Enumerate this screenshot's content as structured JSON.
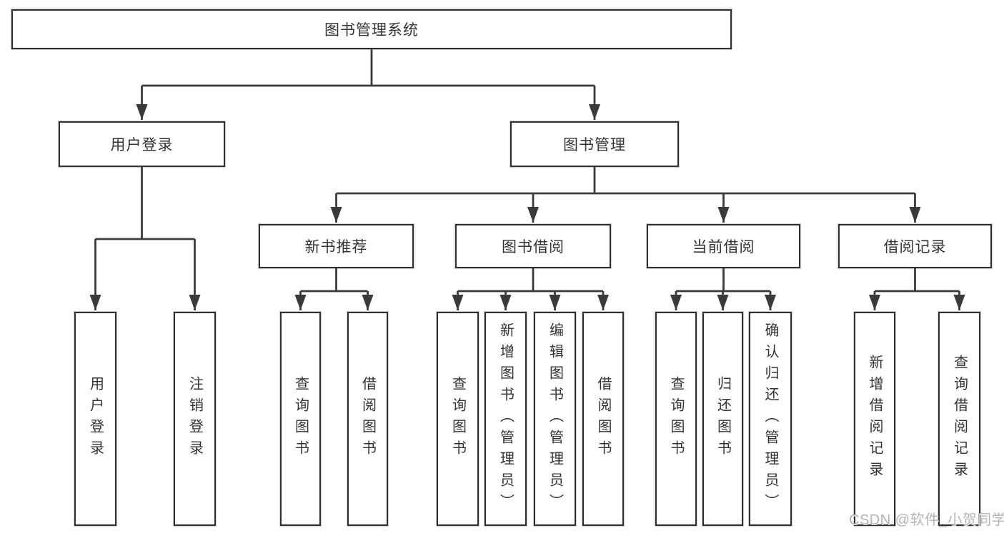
{
  "diagram": {
    "type": "hierarchy-tree",
    "title": "图书管理系统",
    "colors": {
      "line": "#3a3a3a",
      "box_border": "#2f2f2f",
      "box_fill": "#ffffff",
      "text": "#333333",
      "watermark": "#b4b4b4"
    },
    "tree": {
      "label": "图书管理系统",
      "children": [
        {
          "label": "用户登录",
          "children": [
            {
              "label": "用户登录"
            },
            {
              "label": "注销登录"
            }
          ]
        },
        {
          "label": "图书管理",
          "children": [
            {
              "label": "新书推荐",
              "children": [
                {
                  "label": "查询图书"
                },
                {
                  "label": "借阅图书"
                }
              ]
            },
            {
              "label": "图书借阅",
              "children": [
                {
                  "label": "查询图书"
                },
                {
                  "label": "新增图书（管理员）"
                },
                {
                  "label": "编辑图书（管理员）"
                },
                {
                  "label": "借阅图书"
                }
              ]
            },
            {
              "label": "当前借阅",
              "children": [
                {
                  "label": "查询图书"
                },
                {
                  "label": "归还图书"
                },
                {
                  "label": "确认归还（管理员）"
                }
              ]
            },
            {
              "label": "借阅记录",
              "children": [
                {
                  "label": "新增借阅记录"
                },
                {
                  "label": "查询借阅记录"
                }
              ]
            }
          ]
        }
      ]
    }
  },
  "watermark": {
    "text": "CSDN @软件_小贺同学"
  }
}
